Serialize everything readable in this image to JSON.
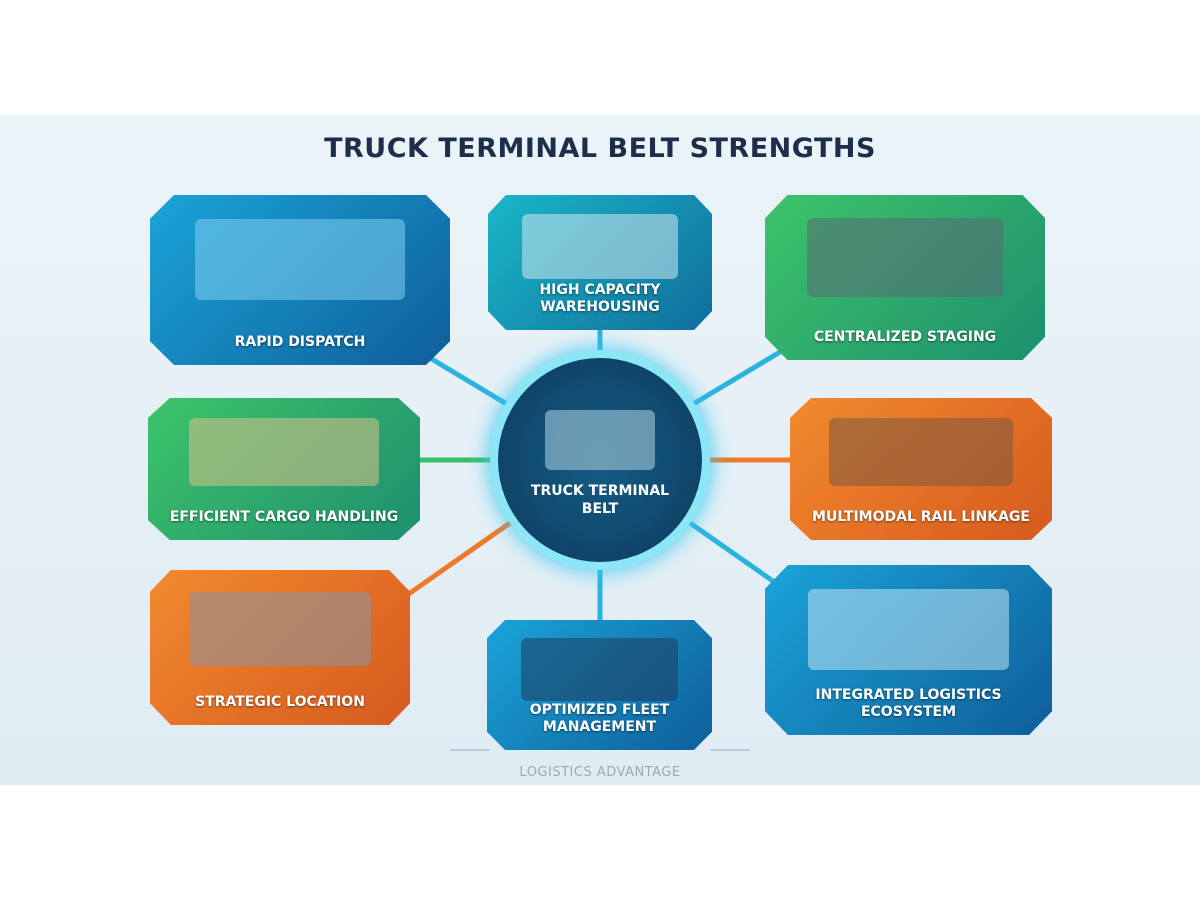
{
  "title": "TRUCK TERMINAL BELT STRENGTHS",
  "hub": {
    "label_line1": "TRUCK TERMINAL",
    "label_line2": "BELT",
    "icon": "terminal-with-trucks-icon"
  },
  "panels": [
    {
      "label": "RAPID DISPATCH",
      "icon": "trucks-clock-icon",
      "color": "#1a8fd0"
    },
    {
      "label": "HIGH CAPACITY WAREHOUSING",
      "icon": "warehouse-icon",
      "color": "#16a3c4"
    },
    {
      "label": "CENTRALIZED STAGING",
      "icon": "truck-yard-icon",
      "color": "#33b36a"
    },
    {
      "label": "EFFICIENT CARGO HANDLING",
      "icon": "forklift-icon",
      "color": "#3ec46a"
    },
    {
      "label": "MULTIMODAL RAIL LINKAGE",
      "icon": "train-icon",
      "color": "#ea7a2a"
    },
    {
      "label": "STRATEGIC LOCATION",
      "icon": "compass-map-icon",
      "color": "#ee7f2b"
    },
    {
      "label": "OPTIMIZED FLEET MANAGEMENT",
      "icon": "dashboard-gps-icon",
      "color": "#1a8fd0"
    },
    {
      "label": "INTEGRATED LOGISTICS ECOSYSTEM",
      "icon": "network-computers-icon",
      "color": "#1a8fd0"
    }
  ],
  "footer": "LOGISTICS ADVANTAGE"
}
